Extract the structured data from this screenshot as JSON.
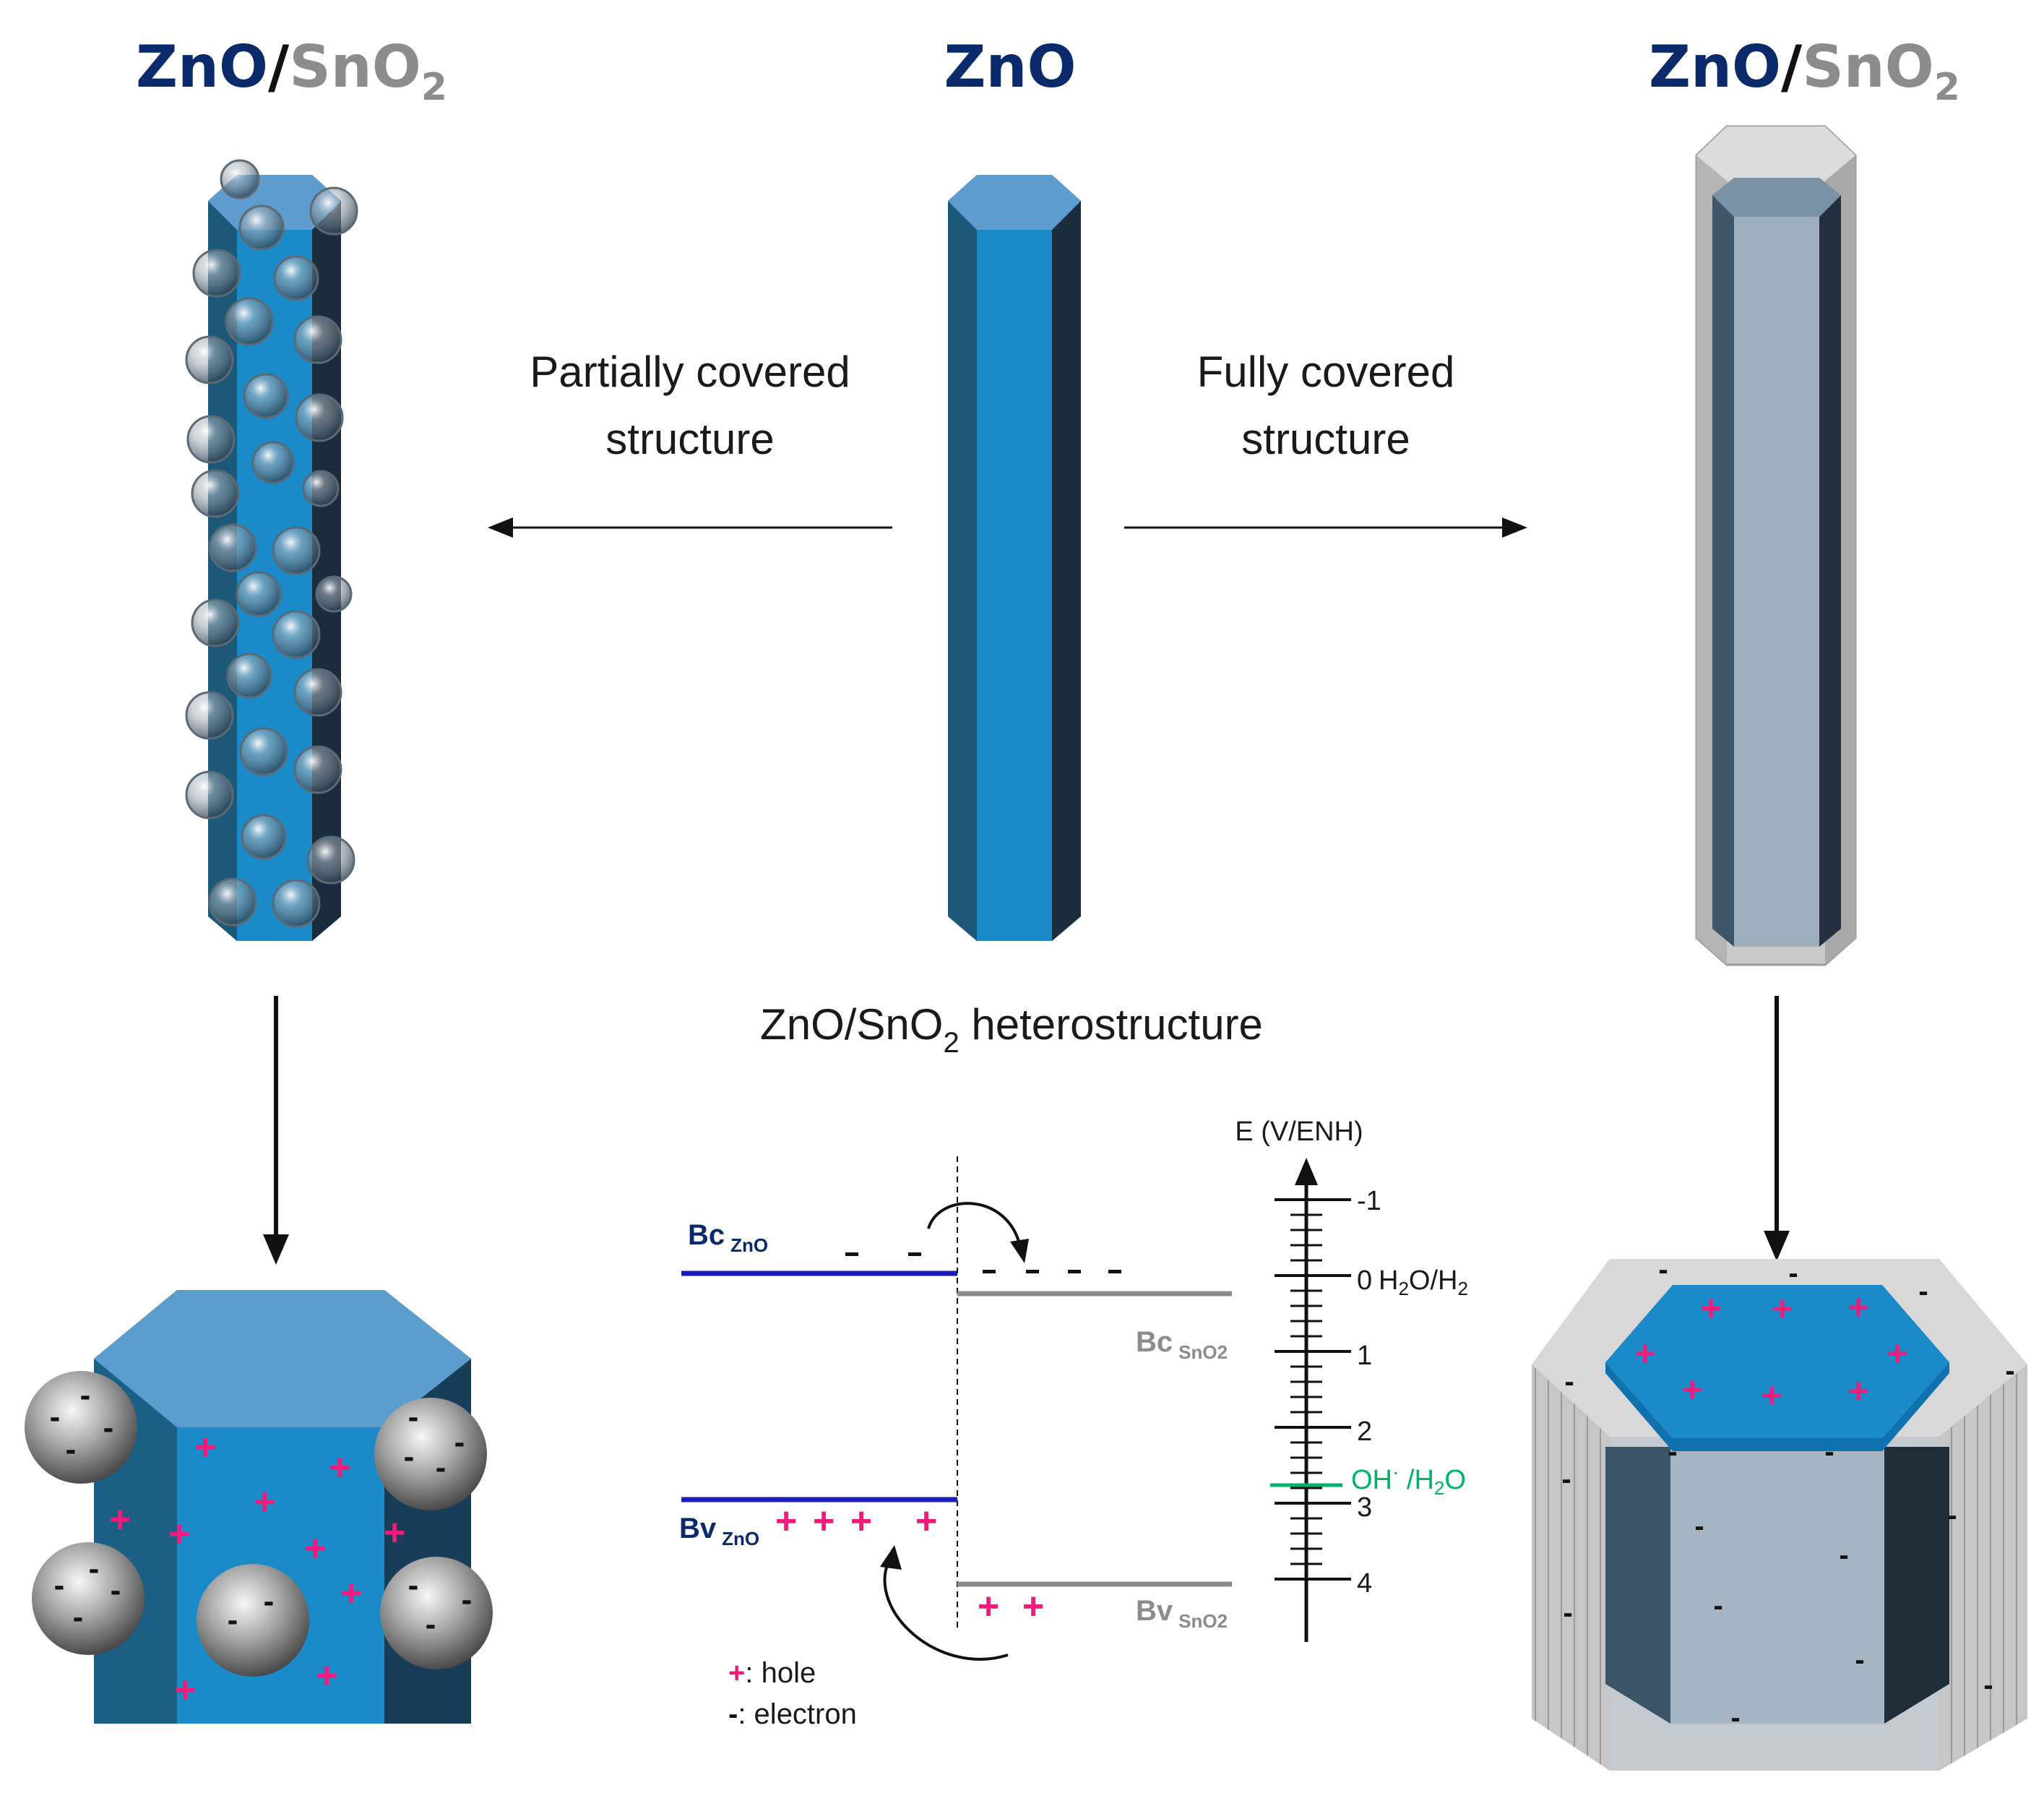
{
  "titles": {
    "left": {
      "a": "ZnO",
      "slash": "/",
      "b": "SnO",
      "sub": "2"
    },
    "center": "ZnO",
    "right": {
      "a": "ZnO",
      "slash": "/",
      "b": "SnO",
      "sub": "2"
    }
  },
  "labels": {
    "partially_line1": "Partially covered",
    "partially_line2": "structure",
    "fully_line1": "Fully covered",
    "fully_line2": "structure",
    "hetero_pre": "ZnO/SnO",
    "hetero_sub": "2",
    "hetero_post": " heterostructure"
  },
  "band_diagram": {
    "bc_zno": {
      "main": "Bc",
      "sub": "ZnO"
    },
    "bv_zno": {
      "main": "Bv",
      "sub": "ZnO"
    },
    "bc_sno2": {
      "main": "Bc",
      "sub": "SnO2"
    },
    "bv_sno2": {
      "main": "Bv",
      "sub": "SnO2"
    },
    "legend_hole_symbol": "+",
    "legend_hole_text": ": hole",
    "legend_electron_symbol": "-",
    "legend_electron_text": ": electron"
  },
  "energy_scale": {
    "axis_title": "E (V/ENH)",
    "ticks": [
      "-1",
      "0",
      "1",
      "2",
      "3",
      "4"
    ],
    "h2_label": {
      "pre": "H",
      "s1": "2",
      "mid": "O/H",
      "s2": "2"
    },
    "oh_label": {
      "pre": "OH",
      "sup": "·",
      "mid": " /H",
      "s1": "2",
      "post": "O"
    }
  },
  "colors": {
    "navy": "#0a2a6b",
    "gray": "#8c8c8c",
    "zno_blue": "#1a8ac8",
    "hole_pink": "#ee1c7a",
    "oh_green": "#00b36b",
    "band_blue": "#1b1bb8"
  }
}
